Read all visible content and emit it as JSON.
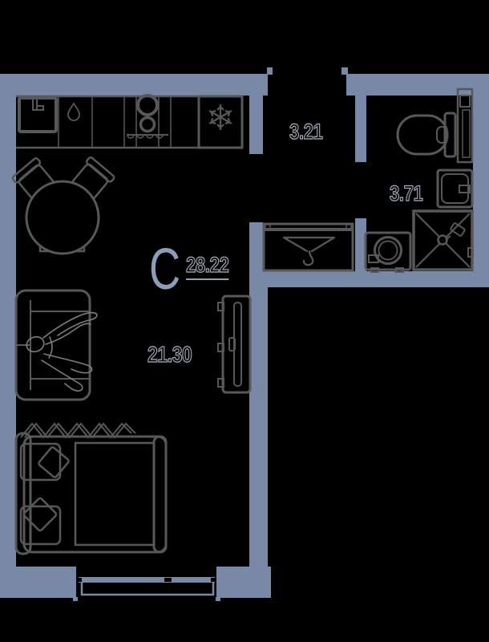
{
  "plan": {
    "letter": "С",
    "total_area": "28.22",
    "areas": {
      "hallway": "3.21",
      "bathroom": "3.71",
      "living_room": "21.30"
    },
    "colors": {
      "background": "#000000",
      "wall": "#7789a7",
      "furniture_outline": "#585858",
      "studio_letter": "#8c9db9",
      "label_outline": "#a7aeb8",
      "total_underline": "#98a1ac"
    },
    "symbols": {
      "fridge": "snowflake-icon",
      "kitchen_cabinet": "water-drop-icon",
      "wardrobe": "hanger-icon",
      "sink": "tap-icon"
    }
  }
}
